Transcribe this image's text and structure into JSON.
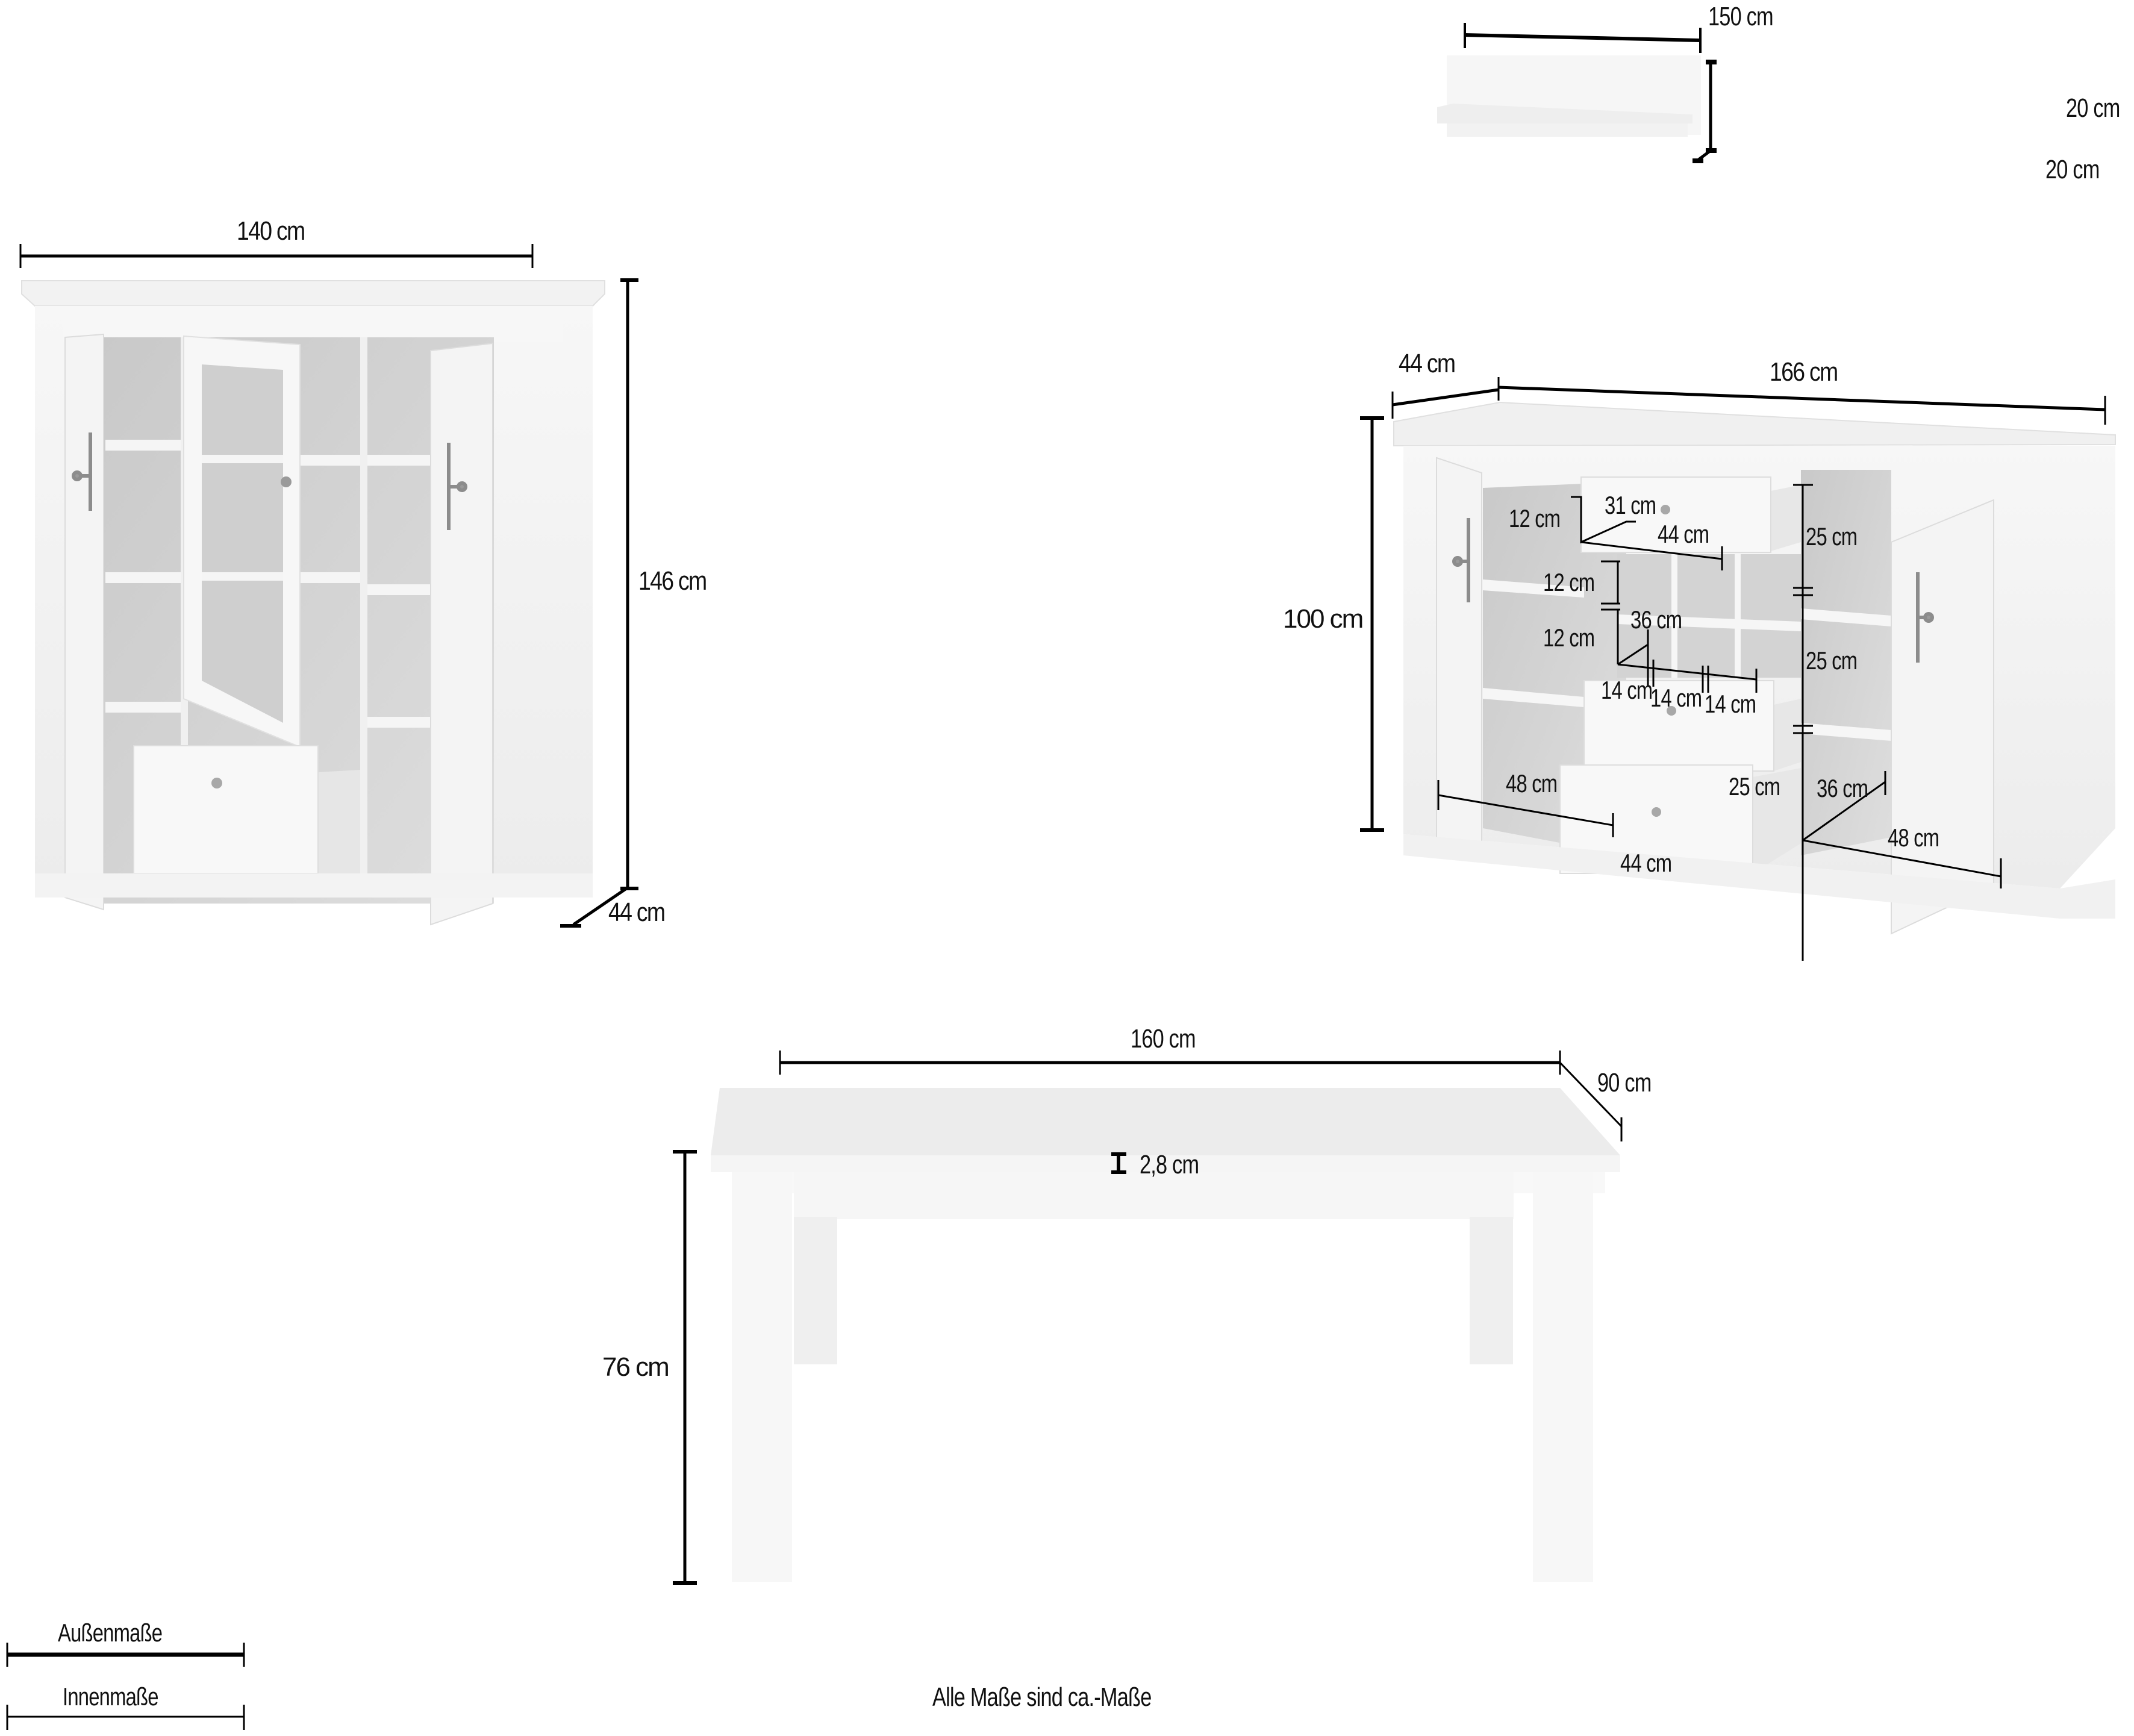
{
  "diagram": {
    "type": "furniture-dimension-drawing",
    "colors": {
      "background": "#ffffff",
      "furniture": "#f2f2f2",
      "furniture_shade": "#d9d9d9",
      "interior": "#bdbdbd",
      "dimension_line": "#000000",
      "text": "#111111"
    }
  },
  "wall_shelf": {
    "width": "150 cm",
    "height": "20 cm",
    "depth": "20 cm"
  },
  "display_cabinet": {
    "width": "140 cm",
    "height": "146 cm",
    "depth": "44 cm"
  },
  "sideboard": {
    "depth": "44 cm",
    "width": "166 cm",
    "height": "100 cm",
    "top_drawer": {
      "height": "12 cm",
      "width_inner": "31 cm",
      "depth": "44 cm"
    },
    "wine_rack": {
      "gap_height": "12 cm",
      "cell_height": "12 cm",
      "depth": "36 cm",
      "cell_widths": [
        "14 cm",
        "14 cm",
        "14 cm"
      ]
    },
    "right_compartments": [
      "25 cm",
      "25 cm",
      "25 cm"
    ],
    "right_inner_depth": "36 cm",
    "right_inner_width": "48 cm",
    "left_inner_width": "48 cm",
    "bottom_drawer_depth": "44 cm"
  },
  "dining_table": {
    "width": "160 cm",
    "depth": "90 cm",
    "height": "76 cm",
    "top_thickness": "2,8 cm"
  },
  "legend": {
    "outer": "Außenmaße",
    "inner": "Innenmaße"
  },
  "footnote": "Alle Maße sind ca.-Maße"
}
